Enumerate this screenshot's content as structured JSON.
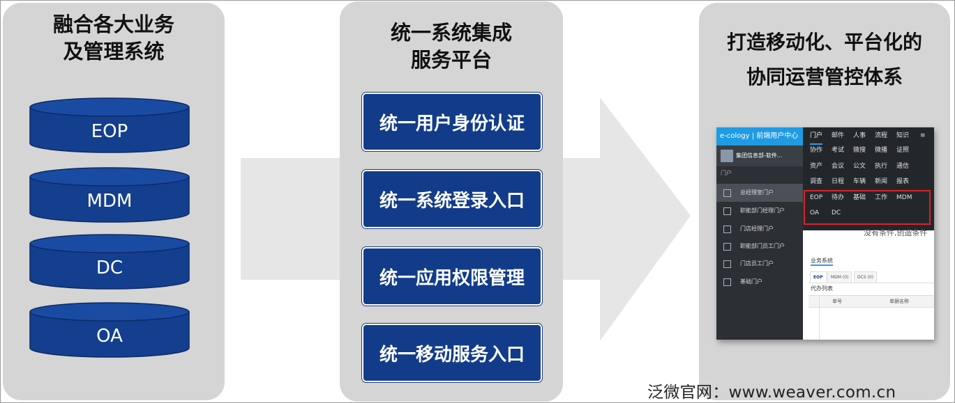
{
  "panel1": {
    "title": [
      "融合各大业务",
      "及管理系统"
    ],
    "systems": [
      "EOP",
      "MDM",
      "DC",
      "OA"
    ]
  },
  "panel2": {
    "title": [
      "统一系统集成",
      "服务平台"
    ],
    "services": [
      "统一用户身份认证",
      "统一系统登录入口",
      "统一应用权限管理",
      "统一移动服务入口"
    ]
  },
  "panel3": {
    "title": [
      "打造移动化、平台化的",
      "协同运营管控体系"
    ]
  },
  "screenshot": {
    "header": "e-cology | 前端用户中心",
    "user": "集团信息部-软件...",
    "section": "门户",
    "portals": [
      "总经理室门户",
      "职能部门经理门户",
      "门店经理门户",
      "职能部门员工门户",
      "门店员工门户",
      "基础门户"
    ],
    "menu_rows": [
      [
        "门户",
        "邮件",
        "人事",
        "流程",
        "知识",
        "≡"
      ],
      [
        "协作",
        "考试",
        "微搜",
        "微播",
        "证照"
      ],
      [
        "资产",
        "会议",
        "公文",
        "执行",
        "通信"
      ],
      [
        "调查",
        "日程",
        "车辆",
        "新闻",
        "报表"
      ],
      [
        "EOP",
        "待办",
        "基础",
        "工作",
        "MDM"
      ],
      [
        "OA",
        "DC"
      ]
    ],
    "empty_message": "没有条件,创造条件",
    "business_label": "业务系统",
    "tabs": [
      "EOP",
      "MDM (0)",
      "DCS (0)"
    ],
    "todo_label": "代办列表",
    "columns": [
      "单号",
      "单据名称"
    ]
  },
  "colors": {
    "panel_bg": "#d5d5d5",
    "cylinder": "#143f8f",
    "service_box": "#123c8a",
    "arrow": "#e6e6e6",
    "highlight": "#d9242a"
  },
  "watermark": "泛微官网：www.weaver.com.cn"
}
